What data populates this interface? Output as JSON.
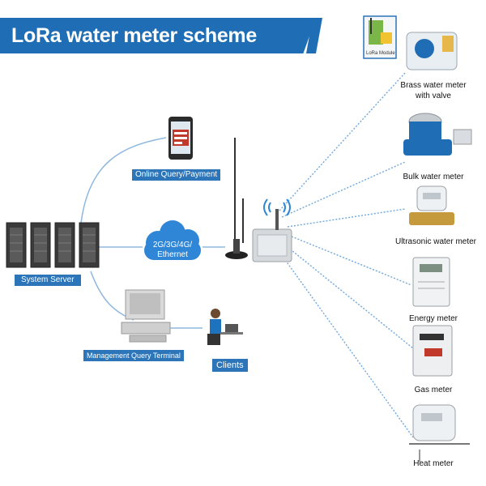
{
  "title": "LoRa water meter scheme",
  "labels": {
    "online_query": "Online Query/Payment",
    "system_server": "System Server",
    "management_terminal": "Management Query Terminal",
    "clients": "Clients",
    "network_line1": "2G/3G/4G/",
    "network_line2": "Ethernet",
    "lora_module": "LoRa Module"
  },
  "meters": [
    {
      "line1": "Brass water meter",
      "line2": "with valve"
    },
    {
      "line1": "Bulk water meter",
      "line2": ""
    },
    {
      "line1": "Ultrasonic water meter",
      "line2": ""
    },
    {
      "line1": "Energy  meter",
      "line2": ""
    },
    {
      "line1": "Gas meter",
      "line2": ""
    },
    {
      "line1": "Heat meter",
      "line2": ""
    }
  ],
  "colors": {
    "banner": "#1f6eb5",
    "pill": "#2b75b8",
    "cloud": "#2f86d6",
    "link_line": "#8fb8de"
  }
}
